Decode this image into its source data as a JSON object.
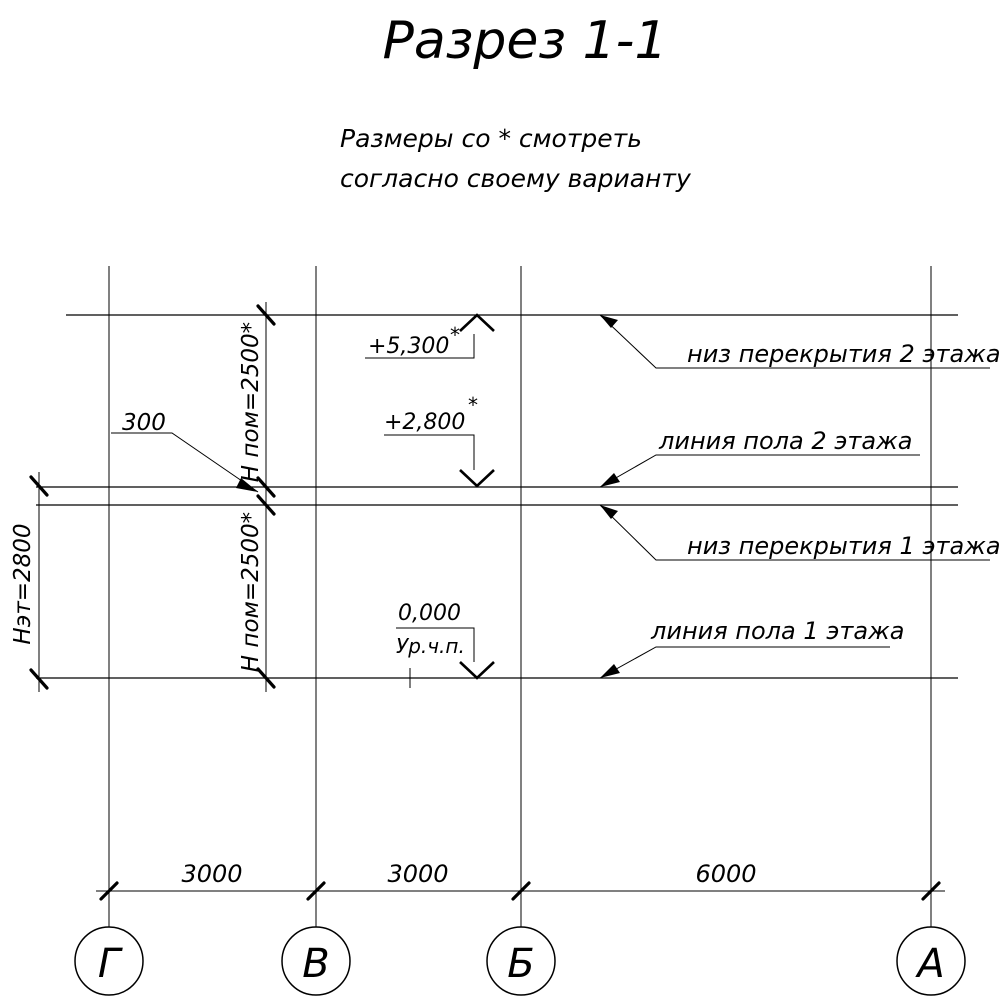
{
  "title": "Разрез 1-1",
  "note": {
    "line1": "Размеры со * смотреть",
    "line2": "согласно своему варианту"
  },
  "axes": [
    {
      "label": "Г"
    },
    {
      "label": "В"
    },
    {
      "label": "Б"
    },
    {
      "label": "А"
    }
  ],
  "spans": [
    "3000",
    "3000",
    "6000"
  ],
  "elevations": {
    "top": {
      "value": "+5,300",
      "star": "*"
    },
    "second_floor": {
      "value": "+2,800",
      "star": "*"
    },
    "zero": {
      "value": "0,000",
      "sub": "Ур.ч.п."
    }
  },
  "leaders": {
    "ceiling2": "низ перекрытия 2 этажа",
    "floor2": "линия пола 2 этажа",
    "ceiling1": "низ перекрытия 1 этажа",
    "floor1": "линия пола 1 этажа"
  },
  "dims": {
    "slab": "300",
    "room_upper": "Н пом=2500*",
    "room_lower": "Н пом=2500*",
    "floor_height": "Нэт=2800"
  }
}
